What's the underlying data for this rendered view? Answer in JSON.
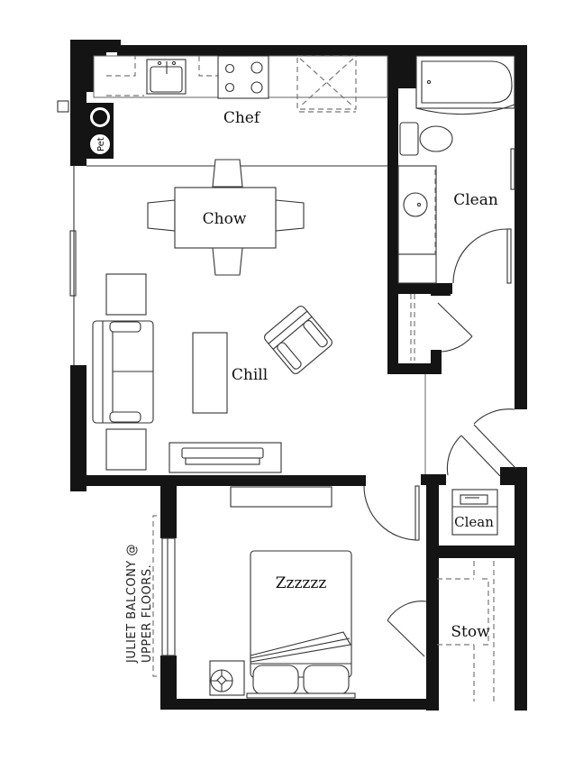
{
  "floorplan": {
    "rooms": {
      "kitchen": "Chef",
      "dining": "Chow",
      "living": "Chill",
      "bathroom": "Clean",
      "laundry": "Clean",
      "bedroom": "Zzzzzz",
      "closet": "Stow"
    },
    "pet_station": {
      "label": "Pet",
      "icon": "pet-icon"
    },
    "balcony_note": {
      "line1": "JULIET BALCONY @",
      "line2": "UPPER FLOORS."
    },
    "colors": {
      "wall": "#141414",
      "line": "#333333",
      "background": "#ffffff"
    }
  }
}
